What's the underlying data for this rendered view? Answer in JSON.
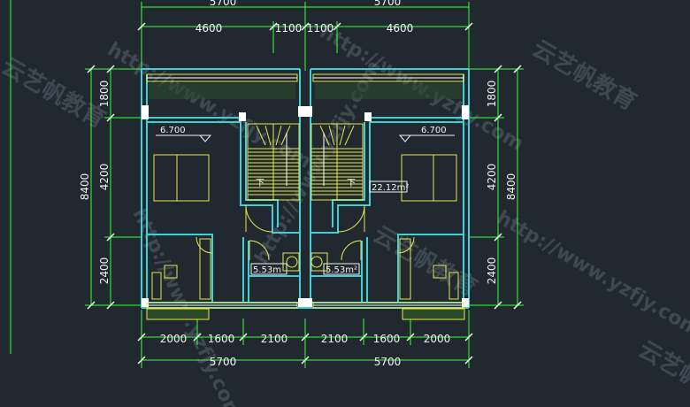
{
  "dimensions": {
    "top_outer": [
      "5700",
      "5700"
    ],
    "top_inner": [
      "4600",
      "1100",
      "1100",
      "4600"
    ],
    "bottom_inner": [
      "2000",
      "1600",
      "2100",
      "2100",
      "1600",
      "2000"
    ],
    "bottom_outer": [
      "5700",
      "5700"
    ],
    "left_inner": [
      "1800",
      "4200",
      "2400"
    ],
    "left_total": "8400",
    "right_inner": [
      "1800",
      "4200",
      "2400"
    ],
    "right_total": "8400"
  },
  "labels": {
    "level_left": "6.700",
    "level_right": "6.700",
    "stair_left": "下",
    "stair_right": "下",
    "area_room": "22.12m²",
    "area_bath_left": "5.53m",
    "area_bath_right": "5.53m²"
  },
  "watermarks": {
    "url": "http://www.yzfjy.com",
    "brand": "云艺帆教育"
  },
  "colors": {
    "background": "#212830",
    "wall": "#3fd0d6",
    "dimension": "#39ff39",
    "detail": "#e8e84a",
    "text": "#f2f2f2"
  }
}
